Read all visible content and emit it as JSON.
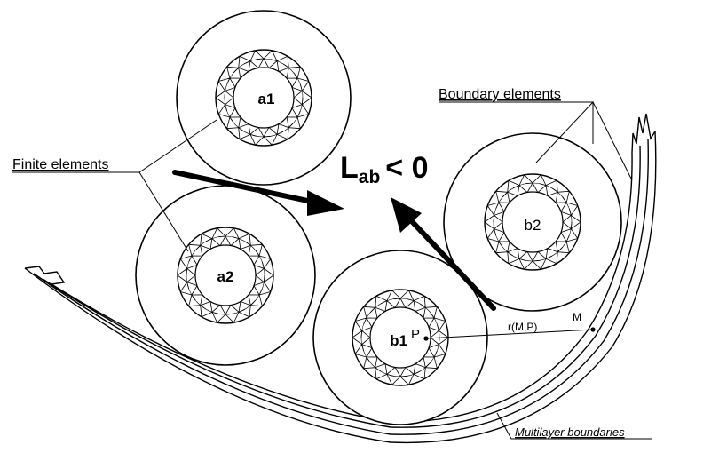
{
  "labels": {
    "a1": "a1",
    "a2": "a2",
    "b1": "b1",
    "b2": "b2",
    "point_p": "P",
    "point_m": "M",
    "distance": "r(M,P)",
    "finite_elements": "Finite elements",
    "boundary_elements": "Boundary elements",
    "multilayer_boundaries": "Multilayer boundaries",
    "inductance_symbol": "L",
    "inductance_subscript": "ab",
    "inductance_relation": "< 0"
  }
}
